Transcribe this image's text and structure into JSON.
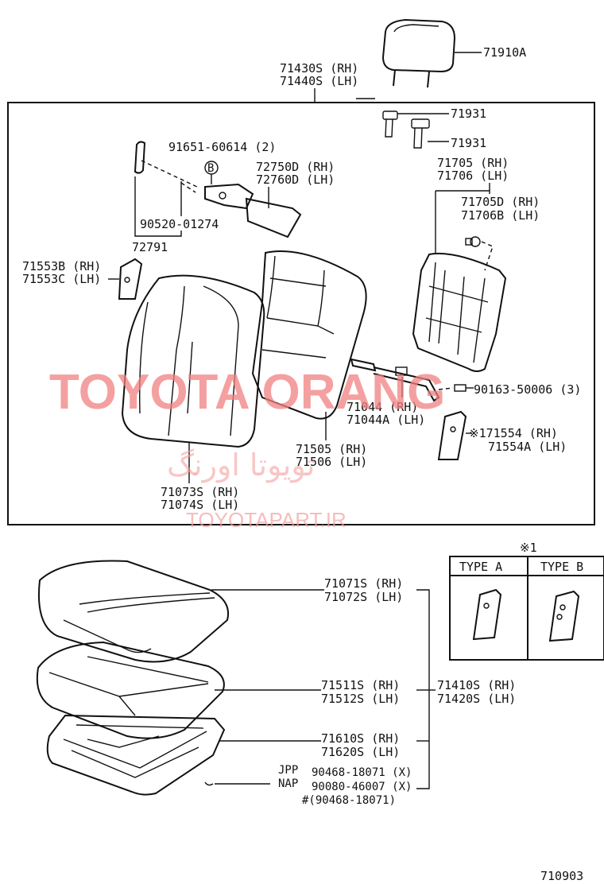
{
  "diagram_code": "710903",
  "callouts": {
    "headrest": "71910A",
    "backrest_assy_rh": "71430S (RH)",
    "backrest_assy_lh": "71440S (LH)",
    "support_1": "71931",
    "support_2": "71931",
    "screw": "91651-60614 (2)",
    "screw_ref": "B",
    "lock_rh": "72750D (RH)",
    "lock_lh": "72760D (LH)",
    "spring_pin": "90520-01274",
    "knob": "72791",
    "cover_rh": "71553B (RH)",
    "cover_lh": "71553C (LH)",
    "frame_rh": "71705 (RH)",
    "frame_lh": "71706 (LH)",
    "frame_sub_rh": "71705D (RH)",
    "frame_sub_lh": "71706B (LH)",
    "clip": "90163-50006 (3)",
    "wire_rh": "71044   (RH)",
    "wire_lh": "71044A (LH)",
    "board_rh": "※171554   (RH)",
    "board_lh": "71554A (LH)",
    "pad_rh": "71505 (RH)",
    "pad_lh": "71506 (LH)",
    "back_cover_rh": "71073S (RH)",
    "back_cover_lh": "71074S (LH)",
    "cushion_cover_rh": "71071S (RH)",
    "cushion_cover_lh": "71072S (LH)",
    "cushion_pad_rh": "71511S (RH)",
    "cushion_pad_lh": "71512S (LH)",
    "cushion_assy_rh": "71410S (RH)",
    "cushion_assy_lh": "71420S (LH)",
    "cushion_frame_rh": "71610S (RH)",
    "cushion_frame_lh": "71620S (LH)",
    "jpp": "JPP",
    "nap": "NAP",
    "hog_ring_jpp": "90468-18071 (X)",
    "hog_ring_nap": "90080-46007 (X)",
    "hog_ring_alt": "#(90468-18071)"
  },
  "type_table": {
    "title": "※1",
    "col_a": "TYPE  A",
    "col_b": "TYPE  B"
  },
  "watermark": {
    "brand": "TOYOTA ORANG",
    "persian": "تویوتا اورنگ",
    "url": "TOYOTAPART.IR"
  }
}
